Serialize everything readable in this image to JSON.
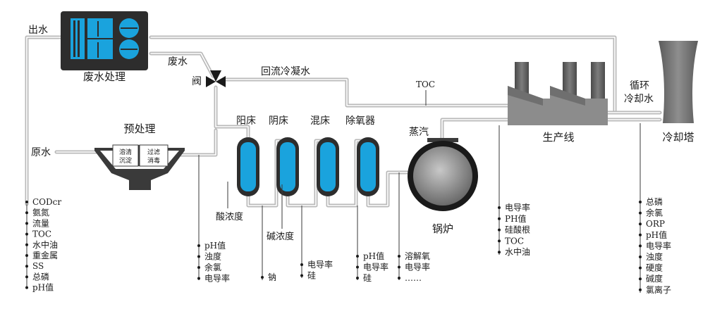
{
  "labels": {
    "outflow": "出水",
    "wastewater_treatment": "废水处理",
    "wastewater": "废水",
    "valve": "阀",
    "return_condensate": "回流冷凝水",
    "toc": "TOC",
    "circulating_cooling_water_1": "循环",
    "circulating_cooling_water_2": "冷却水",
    "cooling_tower": "冷却塔",
    "production_line": "生产线",
    "raw_water": "原水",
    "pretreatment": "预处理",
    "dissolve": "溶清",
    "settle": "沉淀",
    "filter": "过滤",
    "disinfect": "消毒",
    "cation_bed": "阳床",
    "anion_bed": "阴床",
    "mixed_bed": "混床",
    "deaerator": "除氧器",
    "steam": "蒸汽",
    "boiler": "锅炉",
    "acid_concentration": "酸浓度",
    "alkali_concentration": "碱浓度"
  },
  "param_lists": {
    "raw_water": [
      "CODcr",
      "氨氮",
      "流量",
      "TOC",
      "水中油",
      "重金属",
      "SS",
      "总磷",
      "pH值"
    ],
    "pretreatment_out": [
      "pH值",
      "浊度",
      "余氯",
      "电导率"
    ],
    "anion_out": [
      "钠"
    ],
    "mixed_out": [
      "电导率",
      "硅"
    ],
    "deaerator_in": [
      "pH值",
      "电导率",
      "硅"
    ],
    "boiler_feed": [
      "溶解氧",
      "电导率",
      "……"
    ],
    "production_line": [
      "电导率",
      "PH值",
      "硅酸根",
      "TOC",
      "水中油"
    ],
    "cooling_tower": [
      "总磷",
      "余氯",
      "ORP",
      "pH值",
      "电导率",
      "浊度",
      "硬度",
      "碱度",
      "氯离子"
    ]
  },
  "colors": {
    "accent_blue": "#1aa3dd",
    "dark_unit": "#2d2d2d",
    "pipe_gray": "#b9b9b9",
    "factory_gray": "#8c8c8c",
    "tower_gray": "#6d6d6d"
  }
}
